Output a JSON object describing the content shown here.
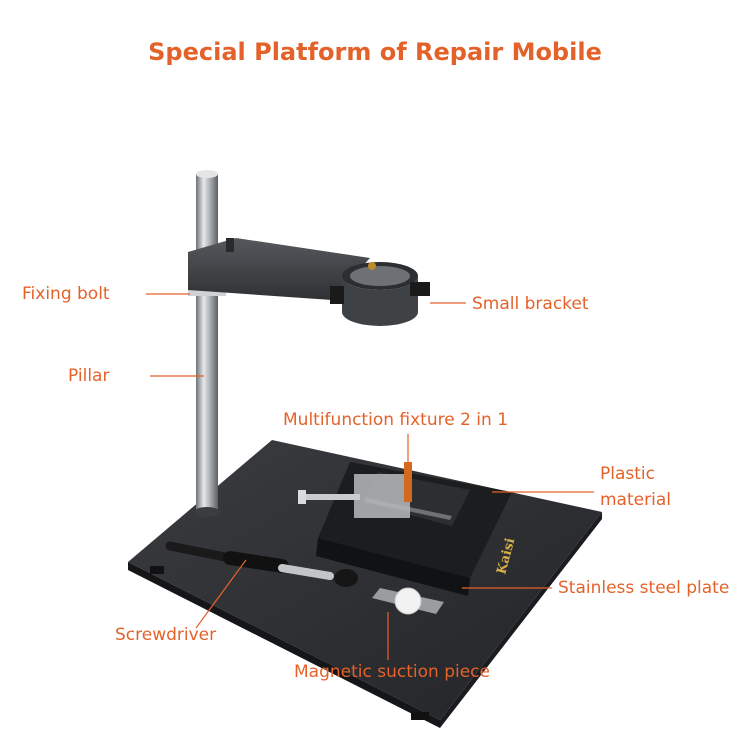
{
  "title": "Special Platform of Repair Mobile",
  "colors": {
    "accent": "#e4622a",
    "plate": "#2b2d30",
    "steel": "#b9bcbf"
  },
  "labels": {
    "fixing_bolt": "Fixing bolt",
    "small_bracket": "Small bracket",
    "pillar": "Pillar",
    "multifunction_fixture": "Multifunction fixture 2 in 1",
    "plastic": "Plastic",
    "material": "material",
    "stainless_steel_plate": "Stainless steel plate",
    "screwdriver": "Screwdriver",
    "magnetic_suction_piece": "Magnetic suction piece"
  },
  "plate_brand": "Kaisi"
}
